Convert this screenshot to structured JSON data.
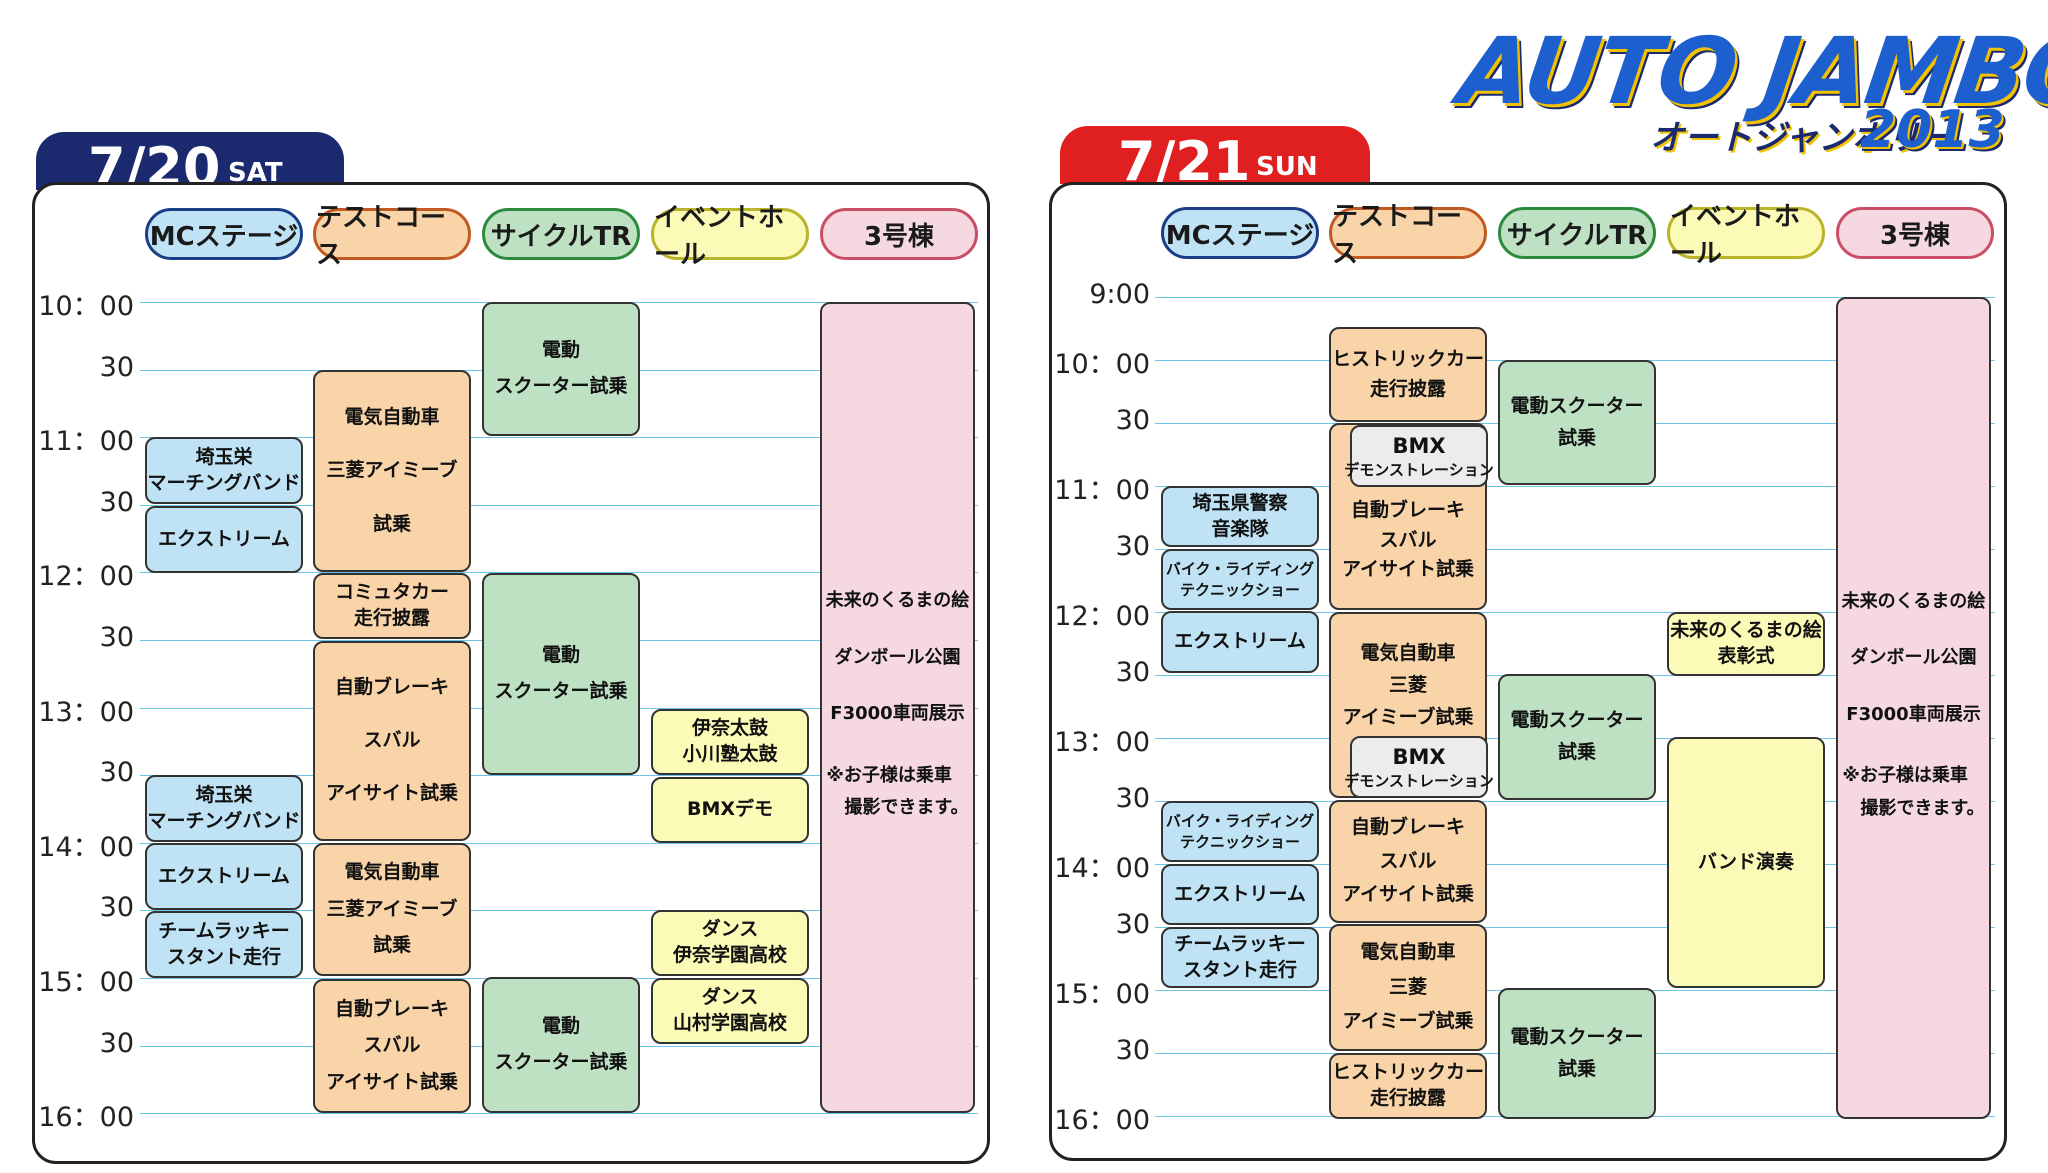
{
  "logo": {
    "title": "AUTO JAMBOREE",
    "katakana": "オートジャンボリー",
    "year": "2013"
  },
  "colors": {
    "sat_tab": "#1b2a6e",
    "sun_tab": "#e02020",
    "mc": "#bfe3f5",
    "test": "#f9d4a9",
    "cycle": "#bfe1c3",
    "event": "#fbfab7",
    "bldg": "#f5d8e0"
  },
  "columns": [
    "MCステージ",
    "テストコース",
    "サイクルTR",
    "イベントホール",
    "3号棟"
  ],
  "day1": {
    "date": "7/20",
    "dow": "SAT",
    "times": [
      "10：00",
      "30",
      "11：00",
      "30",
      "12：00",
      "30",
      "13：00",
      "30",
      "14：00",
      "30",
      "15：00",
      "30",
      "16：00"
    ],
    "mc": [
      {
        "lines": [
          "埼玉栄",
          "マーチングバンド"
        ]
      },
      {
        "lines": [
          "エクストリーム"
        ]
      },
      {
        "lines": [
          "埼玉栄",
          "マーチングバンド"
        ]
      },
      {
        "lines": [
          "エクストリーム"
        ]
      },
      {
        "lines": [
          "チームラッキー",
          "スタント走行"
        ]
      }
    ],
    "test": [
      {
        "lines": [
          "電気自動車",
          "三菱アイミーブ",
          "試乗"
        ]
      },
      {
        "lines": [
          "コミュタカー",
          "走行披露"
        ]
      },
      {
        "lines": [
          "自動ブレーキ",
          "スバル",
          "アイサイト試乗"
        ]
      },
      {
        "lines": [
          "電気自動車",
          "三菱アイミーブ",
          "試乗"
        ]
      },
      {
        "lines": [
          "自動ブレーキ",
          "スバル",
          "アイサイト試乗"
        ]
      }
    ],
    "cycle": [
      {
        "lines": [
          "電動",
          "スクーター試乗"
        ]
      },
      {
        "lines": [
          "電動",
          "スクーター試乗"
        ]
      },
      {
        "lines": [
          "電動",
          "スクーター試乗"
        ]
      }
    ],
    "event": [
      {
        "lines": [
          "伊奈太鼓",
          "小川塾太鼓"
        ]
      },
      {
        "lines": [
          "BMXデモ"
        ]
      },
      {
        "lines": [
          "ダンス",
          "伊奈学園高校"
        ]
      },
      {
        "lines": [
          "ダンス",
          "山村学園高校"
        ]
      }
    ],
    "bldg": {
      "lines": [
        "未来のくるまの絵",
        "ダンボール公園",
        "F3000車両展示"
      ],
      "note": [
        "※お子様は乗車",
        "撮影できます。"
      ]
    }
  },
  "day2": {
    "date": "7/21",
    "dow": "SUN",
    "times": [
      "9:00",
      "10：00",
      "30",
      "11：00",
      "30",
      "12：00",
      "30",
      "13：00",
      "30",
      "14：00",
      "30",
      "15：00",
      "30",
      "16：00"
    ],
    "mc": [
      {
        "lines": [
          "埼玉県警察",
          "音楽隊"
        ]
      },
      {
        "lines": [
          "バイク・ライディング",
          "テクニックショー"
        ]
      },
      {
        "lines": [
          "エクストリーム"
        ]
      },
      {
        "lines": [
          "バイク・ライディング",
          "テクニックショー"
        ]
      },
      {
        "lines": [
          "エクストリーム"
        ]
      },
      {
        "lines": [
          "チームラッキー",
          "スタント走行"
        ]
      }
    ],
    "test": [
      {
        "lines": [
          "ヒストリックカー",
          "走行披露"
        ]
      },
      {
        "lines": [
          "自動ブレーキ",
          "スバル",
          "アイサイト試乗"
        ]
      },
      {
        "lines": [
          "BMX",
          "デモンストレーション"
        ]
      },
      {
        "lines": [
          "電気自動車",
          "三菱",
          "アイミーブ試乗"
        ]
      },
      {
        "lines": [
          "BMX",
          "デモンストレーション"
        ]
      },
      {
        "lines": [
          "自動ブレーキ",
          "スバル",
          "アイサイト試乗"
        ]
      },
      {
        "lines": [
          "電気自動車",
          "三菱",
          "アイミーブ試乗"
        ]
      },
      {
        "lines": [
          "ヒストリックカー",
          "走行披露"
        ]
      }
    ],
    "cycle": [
      {
        "lines": [
          "電動スクーター",
          "試乗"
        ]
      },
      {
        "lines": [
          "電動スクーター",
          "試乗"
        ]
      },
      {
        "lines": [
          "電動スクーター",
          "試乗"
        ]
      }
    ],
    "event": [
      {
        "lines": [
          "未来のくるまの絵",
          "表彰式"
        ]
      },
      {
        "lines": [
          "バンド演奏"
        ]
      }
    ],
    "bldg": {
      "lines": [
        "未来のくるまの絵",
        "ダンボール公園",
        "F3000車両展示"
      ],
      "note": [
        "※お子様は乗車",
        "撮影できます。"
      ]
    }
  }
}
